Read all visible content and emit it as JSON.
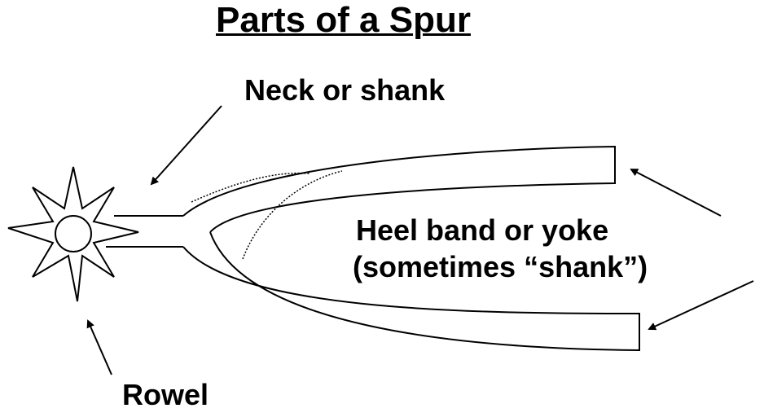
{
  "title": "Parts of a Spur",
  "labels": {
    "neck": "Neck or shank",
    "heel_band_line1": "Heel band or yoke",
    "heel_band_line2": "(sometimes “shank”)",
    "rowel": "Rowel"
  }
}
